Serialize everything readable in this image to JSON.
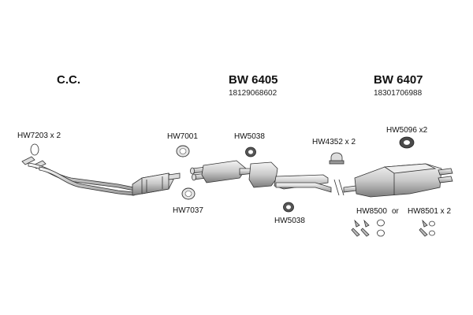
{
  "sections": [
    {
      "heading": "C.C."
    },
    {
      "heading": "BW 6405",
      "code": "18129068602"
    },
    {
      "heading": "BW 6407",
      "code": "18301706988"
    }
  ],
  "parts": {
    "hw7203": "HW7203 x 2",
    "hw7001": "HW7001",
    "hw7037": "HW7037",
    "hw5038_top": "HW5038",
    "hw5038_bottom": "HW5038",
    "hw4352": "HW4352 x 2",
    "hw5096": "HW5096 x2",
    "hw8500": "HW8500",
    "or": "or",
    "hw8501": "HW8501 x 2"
  },
  "colors": {
    "line": "#333333",
    "fill_light": "#f2f2f2",
    "fill_mid": "#cfcfcf",
    "fill_dark": "#8a8a8a"
  }
}
